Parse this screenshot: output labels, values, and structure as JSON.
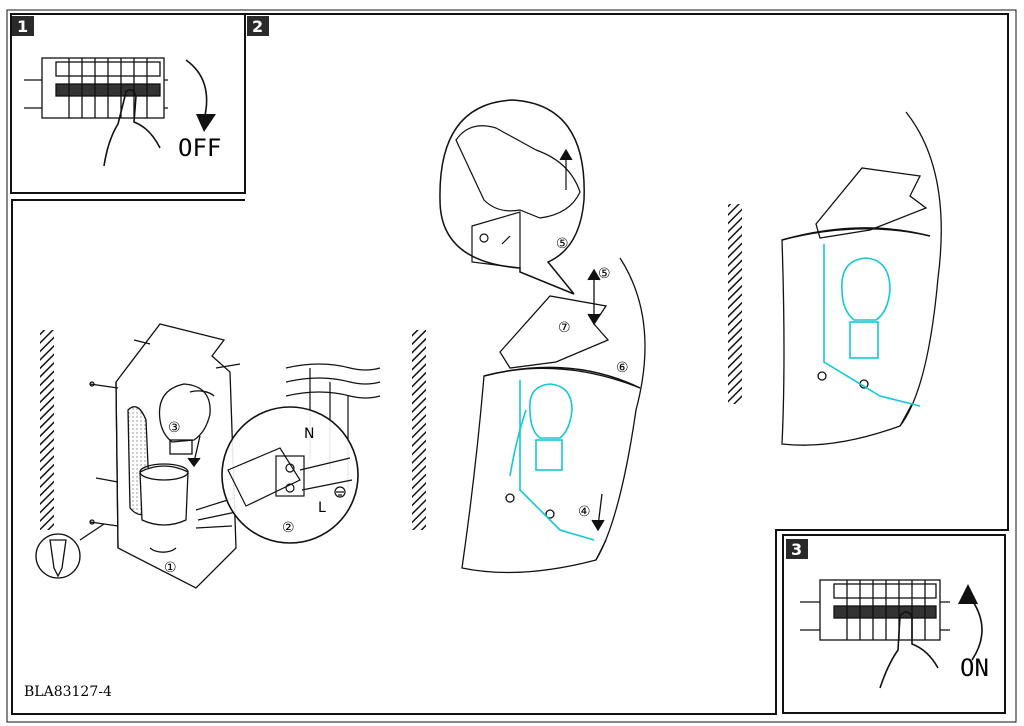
{
  "panels": {
    "step1": {
      "number": "1",
      "switch_label": "OFF"
    },
    "step2": {
      "number": "2"
    },
    "step3": {
      "number": "3",
      "switch_label": "ON"
    }
  },
  "callouts": {
    "c1": "①",
    "c2": "②",
    "c3": "③",
    "c4": "④",
    "c5a": "⑤",
    "c5b": "⑤",
    "c6": "⑥",
    "c7": "⑦"
  },
  "wire_labels": {
    "neutral": "N",
    "live": "L"
  },
  "document_code": "BLA83127-4",
  "colors": {
    "line": "#111111",
    "bulb": "#16c8d4",
    "tag_bg": "#2a2a2a"
  }
}
